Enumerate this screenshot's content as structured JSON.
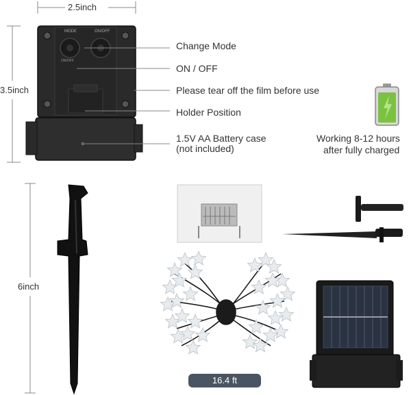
{
  "dimensions": {
    "width_label": "2.5inch",
    "height_label": "3.5inch",
    "stake_label": "6inch",
    "length_label": "16.4 ft"
  },
  "panel": {
    "switch_label_left": "MODE",
    "switch_label_right": "ON/OFF",
    "switch_sub_label": "ON/OFF"
  },
  "callouts": [
    "Change Mode",
    "ON / OFF",
    "Please tear off the film before use",
    "Holder Position",
    "1.5V AA Battery case",
    "(not included)"
  ],
  "battery_note": {
    "line1": "Working 8-12 hours",
    "line2": "after fully charged"
  },
  "colors": {
    "panel": "#2b2b2b",
    "battery_green": "#7cc242",
    "pill": "#4a5563"
  }
}
